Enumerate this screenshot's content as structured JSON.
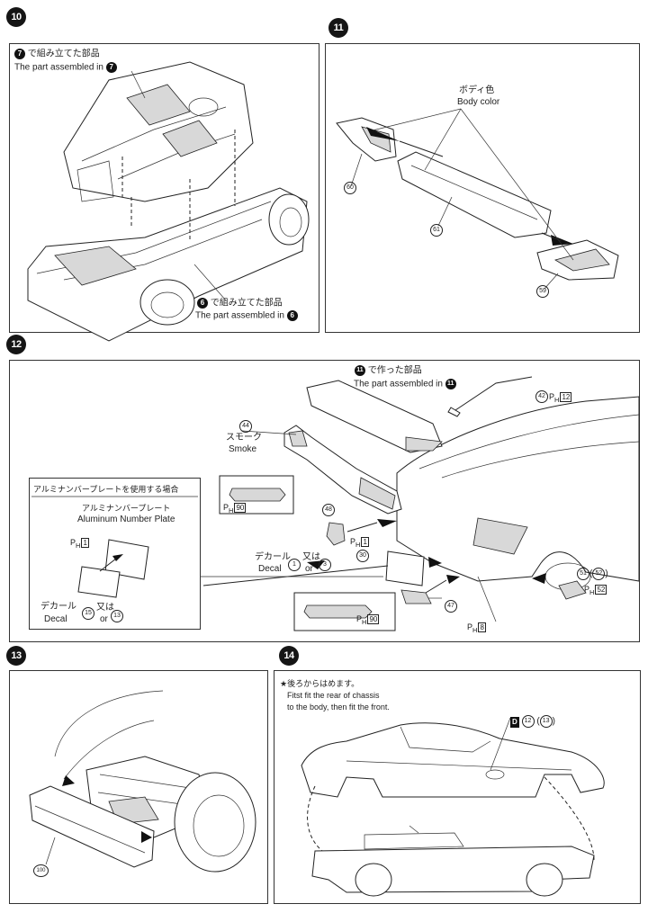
{
  "steps": {
    "s10": {
      "num": "10",
      "label_top_jp": "で組み立てた部品",
      "label_top_en": "The part assembled in",
      "ref_top": "7",
      "label_bottom_jp": "で組み立てた部品",
      "label_bottom_en": "The part assembled in",
      "ref_bottom": "6"
    },
    "s11": {
      "num": "11",
      "color_jp": "ボディ色",
      "color_en": "Body color",
      "parts": [
        "60",
        "61",
        "59"
      ]
    },
    "s12": {
      "num": "12",
      "assembled_jp": "で作った部品",
      "assembled_en": "The part assembled in",
      "ref_assembled": "11",
      "part42": "42",
      "ph12": "12",
      "part44": "44",
      "smoke_jp": "スモーク",
      "smoke_en": "Smoke",
      "inset_title": "アルミナンバープレートを使用する場合",
      "aluminum_jp": "アルミナンバープレート",
      "aluminum_en": "Aluminum Number Plate",
      "ph1_inset": "1",
      "decal_jp": "デカール",
      "decal_en": "Decal",
      "or_jp": "又は",
      "or_en": "or",
      "inset_decal_a": "15",
      "inset_decal_b": "13",
      "ph90_top": "90",
      "part48": "48",
      "ph1_mid": "1",
      "decal_a": "1",
      "decal_b": "3",
      "part30": "30",
      "part47": "47",
      "ph90_bottom": "90",
      "ph8": "8",
      "part51": "51",
      "part52": "52",
      "ph52": "52"
    },
    "s13": {
      "num": "13",
      "part100": "100"
    },
    "s14": {
      "num": "14",
      "note_jp": "★後ろからはめます。",
      "note_en_1": "Fitst fit the rear of chassis",
      "note_en_2": "to the body, then fit the front.",
      "decal_ref": "D",
      "decal_a": "12",
      "decal_b": "13"
    }
  },
  "ph_letter": "P",
  "ph_sub": "H"
}
